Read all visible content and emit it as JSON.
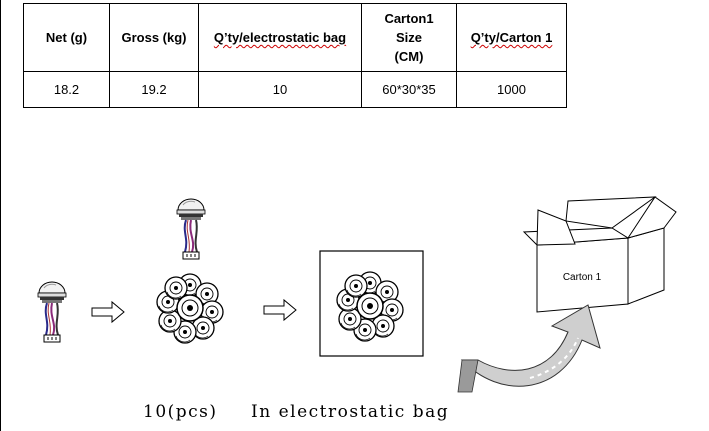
{
  "table": {
    "headers": [
      {
        "text": "Net (g)",
        "lines": null
      },
      {
        "text": "Gross (kg)",
        "lines": null
      },
      {
        "text": "Q’ty/electrostatic bag",
        "lines": null
      },
      {
        "text": "Carton1 Size (CM)",
        "lines": [
          "Carton1",
          "Size",
          "(CM)"
        ]
      },
      {
        "text": "Q’ty/Carton 1",
        "lines": null
      }
    ],
    "row": [
      "18.2",
      "19.2",
      "10",
      "60*30*35",
      "1000"
    ]
  },
  "carton_label": "Carton 1",
  "captions": {
    "pcs": "10(pcs)",
    "bag": "In electrostatic bag"
  }
}
